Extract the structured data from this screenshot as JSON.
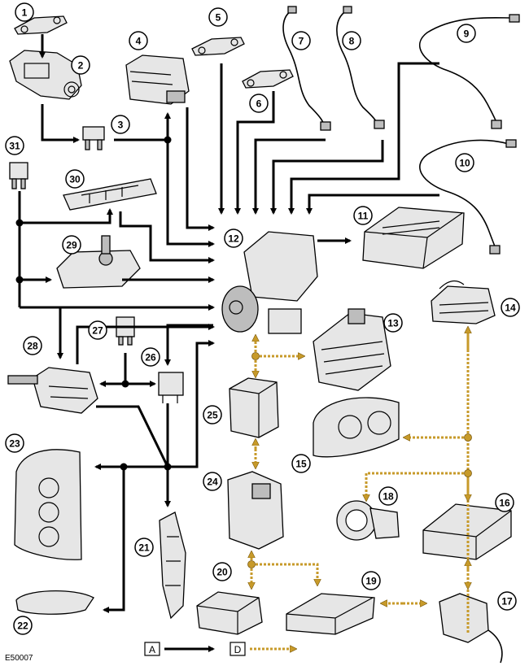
{
  "figure_id": "E50007",
  "legend": {
    "a_label": "A",
    "d_label": "D",
    "a_color": "#000000",
    "d_color": "#c79a2a"
  },
  "callouts": [
    "1",
    "2",
    "3",
    "4",
    "5",
    "6",
    "7",
    "8",
    "9",
    "10",
    "11",
    "12",
    "13",
    "14",
    "15",
    "16",
    "17",
    "18",
    "19",
    "20",
    "21",
    "22",
    "23",
    "24",
    "25",
    "26",
    "27",
    "28",
    "29",
    "30",
    "31"
  ]
}
